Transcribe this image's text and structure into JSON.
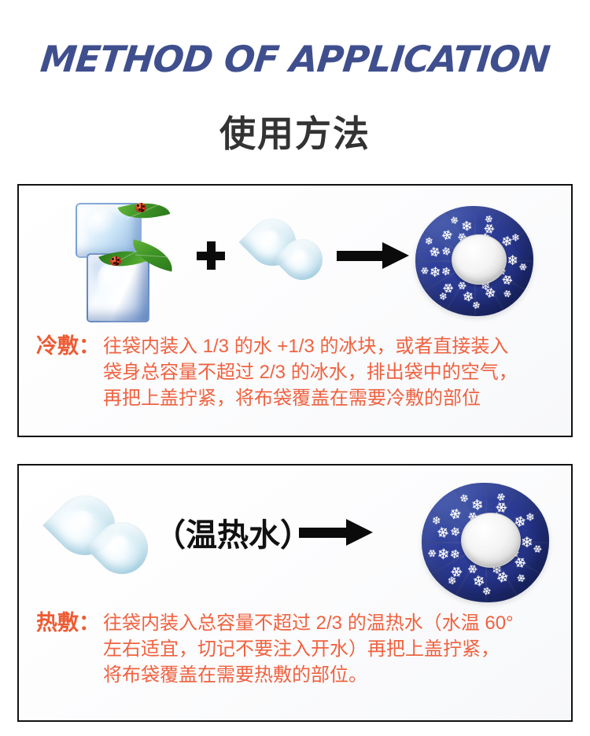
{
  "header": {
    "title_en": "METHOD OF APPLICATION",
    "title_cn": "使用方法",
    "title_color": "#3f4f8e",
    "subtitle_color": "#333333"
  },
  "theme": {
    "instruction_color": "#ef6240",
    "ice_bag_color": "#27358c",
    "ice_bag_cap_color": "#f4f4f4",
    "arrow_color": "#0b0b0b",
    "leaf_color": "#3f9426",
    "ladybug_color": "#d9341d",
    "water_drop_color": "#cde8f2",
    "panel_border_color": "#111111"
  },
  "panels": [
    {
      "id": "cold-compress",
      "name": "冷敷",
      "icons": {
        "ice_cubes": "ice-cube-icon",
        "plus": "plus-sign",
        "water_drops": "water-drop-icon",
        "arrow": "arrow-right-icon",
        "ice_bag": "ice-bag-icon"
      },
      "instruction": {
        "label": "冷敷：",
        "lines": [
          "往袋内装入 1/3 的水 +1/3 的冰块，或者直接装入",
          "袋身总容量不超过 2/3 的冰水，排出袋中的空气，",
          "再把上盖拧紧，将布袋覆盖在需要冷敷的部位"
        ]
      }
    },
    {
      "id": "hot-compress",
      "name": "热敷",
      "caption": "（温热水）",
      "icons": {
        "water_drops": "water-drop-icon",
        "arrow": "arrow-right-icon",
        "ice_bag": "ice-bag-icon"
      },
      "instruction": {
        "label": "热敷：",
        "lines": [
          "往袋内装入总容量不超过 2/3 的温热水（水温 60°",
          "左右适宜，切记不要注入开水）再把上盖拧紧，",
          "将布袋覆盖在需要热敷的部位。"
        ]
      }
    }
  ]
}
